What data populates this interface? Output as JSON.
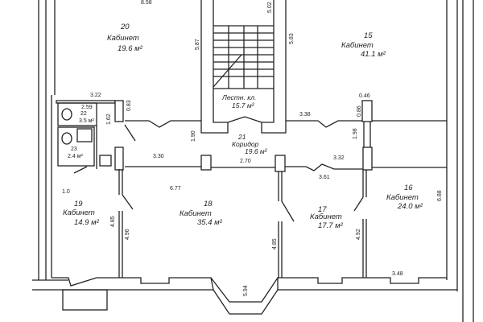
{
  "rooms": {
    "r20": {
      "number": "20",
      "name": "Кабинет",
      "area": "19.6 м²"
    },
    "r15": {
      "number": "15",
      "name": "Кабинет",
      "area": "41.1 м²"
    },
    "stair": {
      "name": "Лестн. кл.",
      "area": "15.7 м²"
    },
    "r21": {
      "number": "21",
      "name": "Коридор",
      "area": "19.6 м²"
    },
    "r22": {
      "number": "22",
      "area": "3.5 м²"
    },
    "r23": {
      "number": "23",
      "area": "2.4 м²"
    },
    "r19": {
      "number": "19",
      "name": "Кабинет",
      "area": "14.9 м²"
    },
    "r18": {
      "number": "18",
      "name": "Кабинет",
      "area": "35.4 м²"
    },
    "r17": {
      "number": "17",
      "name": "Кабинет",
      "area": "17.7 м²"
    },
    "r16": {
      "number": "16",
      "name": "Кабинет",
      "area": "24.0 м²"
    }
  },
  "dimensions": {
    "d858": "8.58",
    "d587": "5.87",
    "d502": "5.02",
    "d583": "5.83",
    "d322": "3.22",
    "d259": "2.59",
    "d083": "0.83",
    "d162": "1.62",
    "d190": "1.90",
    "d330": "3.30",
    "d270": "2.70",
    "d338": "3.38",
    "d046": "0.46",
    "d086": "0.86",
    "d198": "1.98",
    "d332": "3.32",
    "d361": "3.61",
    "d10": "1.0",
    "d677": "6.77",
    "d485a": "4.85",
    "d496": "4.96",
    "d485b": "4.85",
    "d492": "4.92",
    "d688": "6.88",
    "d594": "5.94",
    "d348": "3.48"
  },
  "colors": {
    "line": "#222222",
    "paper": "#ffffff"
  }
}
